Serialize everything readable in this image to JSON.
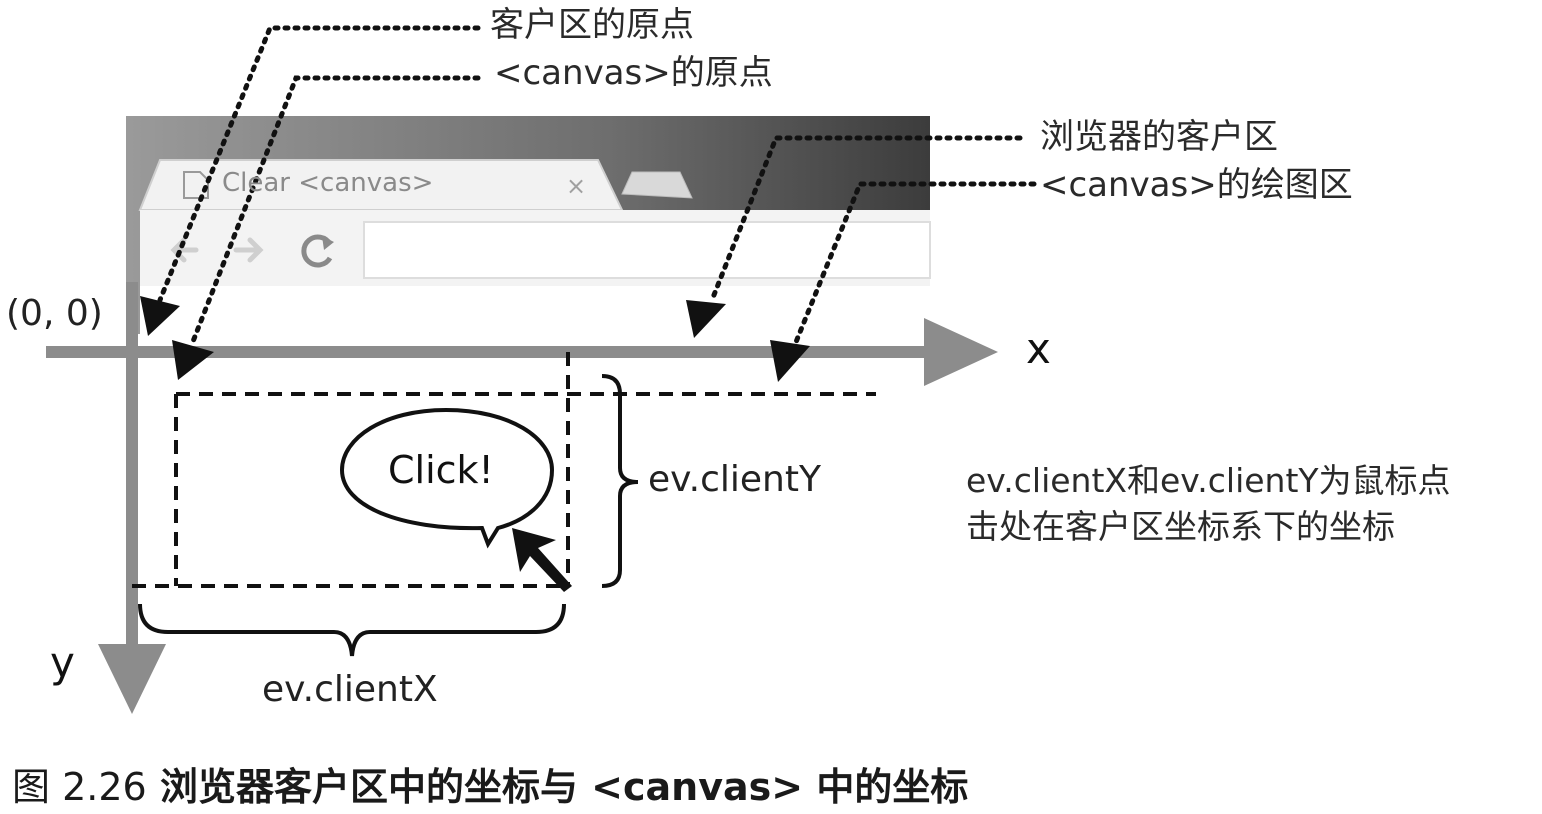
{
  "labels": {
    "client_origin": "客户区的原点",
    "canvas_origin": "<canvas>的原点",
    "browser_client_area": "浏览器的客户区",
    "canvas_drawing_area": "<canvas>的绘图区",
    "origin_coords": "(0, 0)",
    "x_axis": "x",
    "y_axis": "y",
    "client_y": "ev.clientY",
    "client_x": "ev.clientX",
    "click": "Click!"
  },
  "browser": {
    "tab_title": "Clear <canvas>",
    "tab_close": "×"
  },
  "note": {
    "line1": "ev.clientX和ev.clientY为鼠标点",
    "line2": "击处在客户区坐标系下的坐标"
  },
  "caption": {
    "figure_number": "图 2.26",
    "text": "浏览器客户区中的坐标与 <canvas> 中的坐标"
  },
  "colors": {
    "axis": "#8c8c8c",
    "browser_frame": "#7a7a7a",
    "tab": "#f2f2f2",
    "ink": "#111111"
  }
}
